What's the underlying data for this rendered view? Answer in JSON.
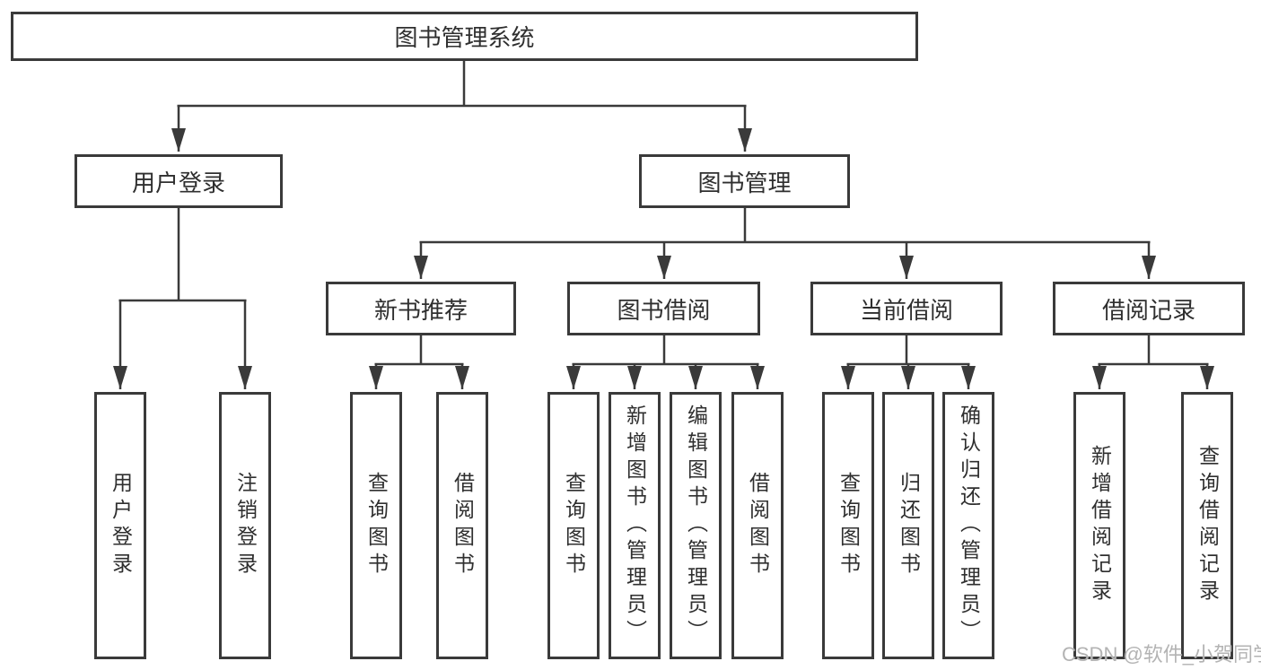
{
  "diagram": {
    "root": "图书管理系统",
    "branches": [
      {
        "label": "用户登录",
        "children": [
          "用户登录",
          "注销登录"
        ]
      },
      {
        "label": "图书管理",
        "children": [
          {
            "label": "新书推荐",
            "children": [
              "查询图书",
              "借阅图书"
            ]
          },
          {
            "label": "图书借阅",
            "children": [
              "查询图书",
              "新增图书（管理员）",
              "编辑图书（管理员）",
              "借阅图书"
            ]
          },
          {
            "label": "当前借阅",
            "children": [
              "查询图书",
              "归还图书",
              "确认归还（管理员）"
            ]
          },
          {
            "label": "借阅记录",
            "children": [
              "新增借阅记录",
              "查询借阅记录"
            ]
          }
        ]
      }
    ]
  },
  "watermark": {
    "text": "CSDN @软件_小贺同学"
  },
  "colors": {
    "line": "#3a3a3a",
    "text": "#2f2f2f",
    "watermark": "#b3b3b3",
    "background": "#ffffff"
  }
}
